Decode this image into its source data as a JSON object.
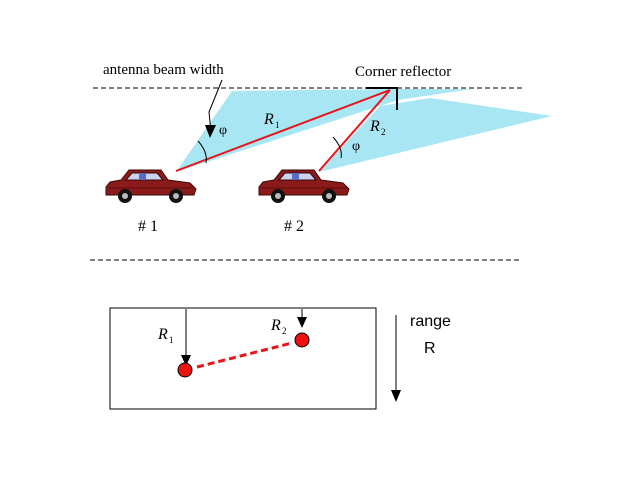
{
  "labels": {
    "beam_width": "antenna beam width",
    "corner_reflector": "Corner reflector",
    "phi_1": "φ",
    "phi_2": "φ",
    "range_r1": "R",
    "range_r1_sub": "1",
    "range_r2": "R",
    "range_r2_sub": "2",
    "car_1": "# 1",
    "car_2": "# 2",
    "axis_range": "range",
    "axis_r": "R",
    "plot_r1": "R",
    "plot_r1_sub": "1",
    "plot_r2": "R",
    "plot_r2_sub": "2"
  },
  "colors": {
    "beam": "#a8e6f3",
    "range_line": "#e8141b",
    "car_body": "#8b1a1a",
    "car_shade": "#5a0e0e",
    "target_dot": "#ee1111"
  },
  "icons": {
    "car_1": "car-icon",
    "car_2": "car-icon",
    "reflector": "corner-reflector-icon"
  }
}
